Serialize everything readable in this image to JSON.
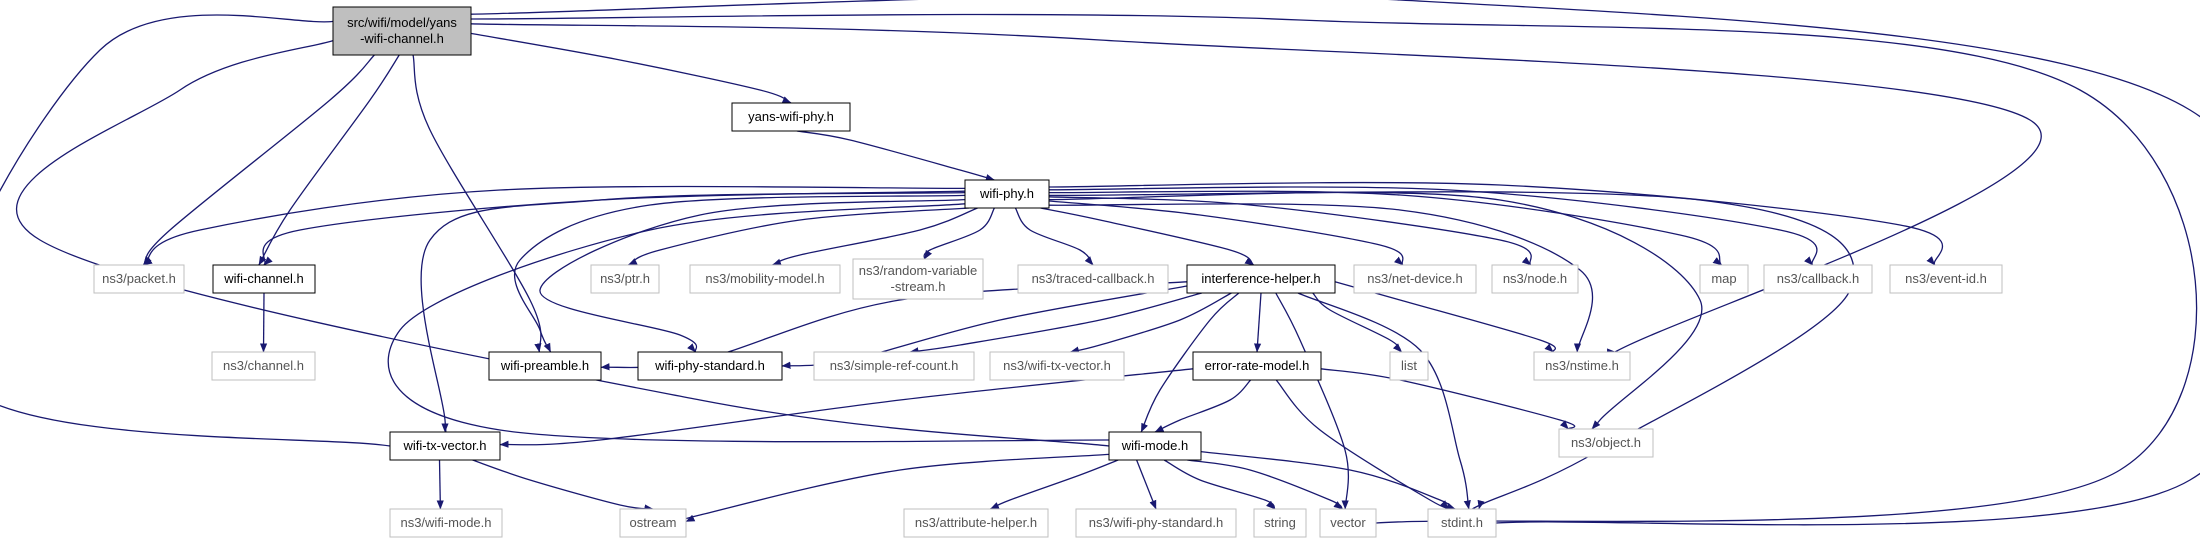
{
  "graph": {
    "edge_color": "#191970",
    "node_colors": {
      "root_fill": "#bfbfbf",
      "root_border": "#000000",
      "documented_border": "#000000",
      "external_border": "#bfbfbf",
      "external_text": "#555555"
    },
    "nodes": [
      {
        "id": "root",
        "label_lines": [
          "src/wifi/model/yans",
          "-wifi-channel.h"
        ],
        "kind": "root"
      },
      {
        "id": "yans-wifi-phy",
        "label_lines": [
          "yans-wifi-phy.h"
        ],
        "kind": "documented"
      },
      {
        "id": "wifi-phy",
        "label_lines": [
          "wifi-phy.h"
        ],
        "kind": "documented"
      },
      {
        "id": "packet",
        "label_lines": [
          "ns3/packet.h"
        ],
        "kind": "external"
      },
      {
        "id": "wifi-channel",
        "label_lines": [
          "wifi-channel.h"
        ],
        "kind": "documented"
      },
      {
        "id": "channel",
        "label_lines": [
          "ns3/channel.h"
        ],
        "kind": "external"
      },
      {
        "id": "ptr",
        "label_lines": [
          "ns3/ptr.h"
        ],
        "kind": "external"
      },
      {
        "id": "mobility",
        "label_lines": [
          "ns3/mobility-model.h"
        ],
        "kind": "external"
      },
      {
        "id": "random",
        "label_lines": [
          "ns3/random-variable",
          "-stream.h"
        ],
        "kind": "external"
      },
      {
        "id": "traced",
        "label_lines": [
          "ns3/traced-callback.h"
        ],
        "kind": "external"
      },
      {
        "id": "interference",
        "label_lines": [
          "interference-helper.h"
        ],
        "kind": "documented"
      },
      {
        "id": "net-device",
        "label_lines": [
          "ns3/net-device.h"
        ],
        "kind": "external"
      },
      {
        "id": "node",
        "label_lines": [
          "ns3/node.h"
        ],
        "kind": "external"
      },
      {
        "id": "map",
        "label_lines": [
          "map"
        ],
        "kind": "external"
      },
      {
        "id": "callback",
        "label_lines": [
          "ns3/callback.h"
        ],
        "kind": "external"
      },
      {
        "id": "event-id",
        "label_lines": [
          "ns3/event-id.h"
        ],
        "kind": "external"
      },
      {
        "id": "wifi-preamble",
        "label_lines": [
          "wifi-preamble.h"
        ],
        "kind": "documented"
      },
      {
        "id": "wifi-phy-standard",
        "label_lines": [
          "wifi-phy-standard.h"
        ],
        "kind": "documented"
      },
      {
        "id": "simple-ref",
        "label_lines": [
          "ns3/simple-ref-count.h"
        ],
        "kind": "external"
      },
      {
        "id": "wifi-tx-vector-ns3",
        "label_lines": [
          "ns3/wifi-tx-vector.h"
        ],
        "kind": "external"
      },
      {
        "id": "list",
        "label_lines": [
          "list"
        ],
        "kind": "external"
      },
      {
        "id": "nstime",
        "label_lines": [
          "ns3/nstime.h"
        ],
        "kind": "external"
      },
      {
        "id": "error-rate",
        "label_lines": [
          "error-rate-model.h"
        ],
        "kind": "documented"
      },
      {
        "id": "object",
        "label_lines": [
          "ns3/object.h"
        ],
        "kind": "external"
      },
      {
        "id": "wifi-tx-vector",
        "label_lines": [
          "wifi-tx-vector.h"
        ],
        "kind": "documented"
      },
      {
        "id": "wifi-mode",
        "label_lines": [
          "wifi-mode.h"
        ],
        "kind": "documented"
      },
      {
        "id": "wifi-mode-ns3",
        "label_lines": [
          "ns3/wifi-mode.h"
        ],
        "kind": "external"
      },
      {
        "id": "ostream",
        "label_lines": [
          "ostream"
        ],
        "kind": "external"
      },
      {
        "id": "attribute",
        "label_lines": [
          "ns3/attribute-helper.h"
        ],
        "kind": "external"
      },
      {
        "id": "wifi-phy-standard-ns3",
        "label_lines": [
          "ns3/wifi-phy-standard.h"
        ],
        "kind": "external"
      },
      {
        "id": "string",
        "label_lines": [
          "string"
        ],
        "kind": "external"
      },
      {
        "id": "vector",
        "label_lines": [
          "vector"
        ],
        "kind": "external"
      },
      {
        "id": "stdint",
        "label_lines": [
          "stdint.h"
        ],
        "kind": "external"
      }
    ],
    "edges": [
      {
        "from": "root",
        "to": "yans-wifi-phy"
      },
      {
        "from": "root",
        "to": "packet"
      },
      {
        "from": "root",
        "to": "wifi-channel"
      },
      {
        "from": "root",
        "to": "wifi-preamble"
      },
      {
        "from": "root",
        "to": "wifi-tx-vector"
      },
      {
        "from": "root",
        "to": "wifi-mode"
      },
      {
        "from": "root",
        "to": "nstime"
      },
      {
        "from": "root",
        "to": "vector"
      },
      {
        "from": "root",
        "to": "stdint"
      },
      {
        "from": "yans-wifi-phy",
        "to": "wifi-phy"
      },
      {
        "from": "wifi-phy",
        "to": "packet"
      },
      {
        "from": "wifi-phy",
        "to": "wifi-channel"
      },
      {
        "from": "wifi-phy",
        "to": "ptr"
      },
      {
        "from": "wifi-phy",
        "to": "mobility"
      },
      {
        "from": "wifi-phy",
        "to": "random"
      },
      {
        "from": "wifi-phy",
        "to": "traced"
      },
      {
        "from": "wifi-phy",
        "to": "interference"
      },
      {
        "from": "wifi-phy",
        "to": "net-device"
      },
      {
        "from": "wifi-phy",
        "to": "node"
      },
      {
        "from": "wifi-phy",
        "to": "map"
      },
      {
        "from": "wifi-phy",
        "to": "callback"
      },
      {
        "from": "wifi-phy",
        "to": "event-id"
      },
      {
        "from": "wifi-phy",
        "to": "wifi-preamble"
      },
      {
        "from": "wifi-phy",
        "to": "wifi-phy-standard"
      },
      {
        "from": "wifi-phy",
        "to": "wifi-tx-vector"
      },
      {
        "from": "wifi-phy",
        "to": "wifi-mode"
      },
      {
        "from": "wifi-phy",
        "to": "nstime"
      },
      {
        "from": "wifi-phy",
        "to": "object"
      },
      {
        "from": "wifi-phy",
        "to": "stdint"
      },
      {
        "from": "wifi-channel",
        "to": "channel"
      },
      {
        "from": "interference",
        "to": "wifi-preamble"
      },
      {
        "from": "interference",
        "to": "wifi-phy-standard"
      },
      {
        "from": "interference",
        "to": "simple-ref"
      },
      {
        "from": "interference",
        "to": "wifi-tx-vector-ns3"
      },
      {
        "from": "interference",
        "to": "list"
      },
      {
        "from": "interference",
        "to": "nstime"
      },
      {
        "from": "interference",
        "to": "error-rate"
      },
      {
        "from": "interference",
        "to": "wifi-mode"
      },
      {
        "from": "interference",
        "to": "vector"
      },
      {
        "from": "interference",
        "to": "stdint"
      },
      {
        "from": "error-rate",
        "to": "wifi-tx-vector"
      },
      {
        "from": "error-rate",
        "to": "wifi-mode"
      },
      {
        "from": "error-rate",
        "to": "object"
      },
      {
        "from": "error-rate",
        "to": "stdint"
      },
      {
        "from": "wifi-tx-vector",
        "to": "wifi-mode-ns3"
      },
      {
        "from": "wifi-tx-vector",
        "to": "ostream"
      },
      {
        "from": "wifi-mode",
        "to": "ostream"
      },
      {
        "from": "wifi-mode",
        "to": "attribute"
      },
      {
        "from": "wifi-mode",
        "to": "wifi-phy-standard-ns3"
      },
      {
        "from": "wifi-mode",
        "to": "string"
      },
      {
        "from": "wifi-mode",
        "to": "vector"
      },
      {
        "from": "wifi-mode",
        "to": "stdint"
      }
    ]
  }
}
